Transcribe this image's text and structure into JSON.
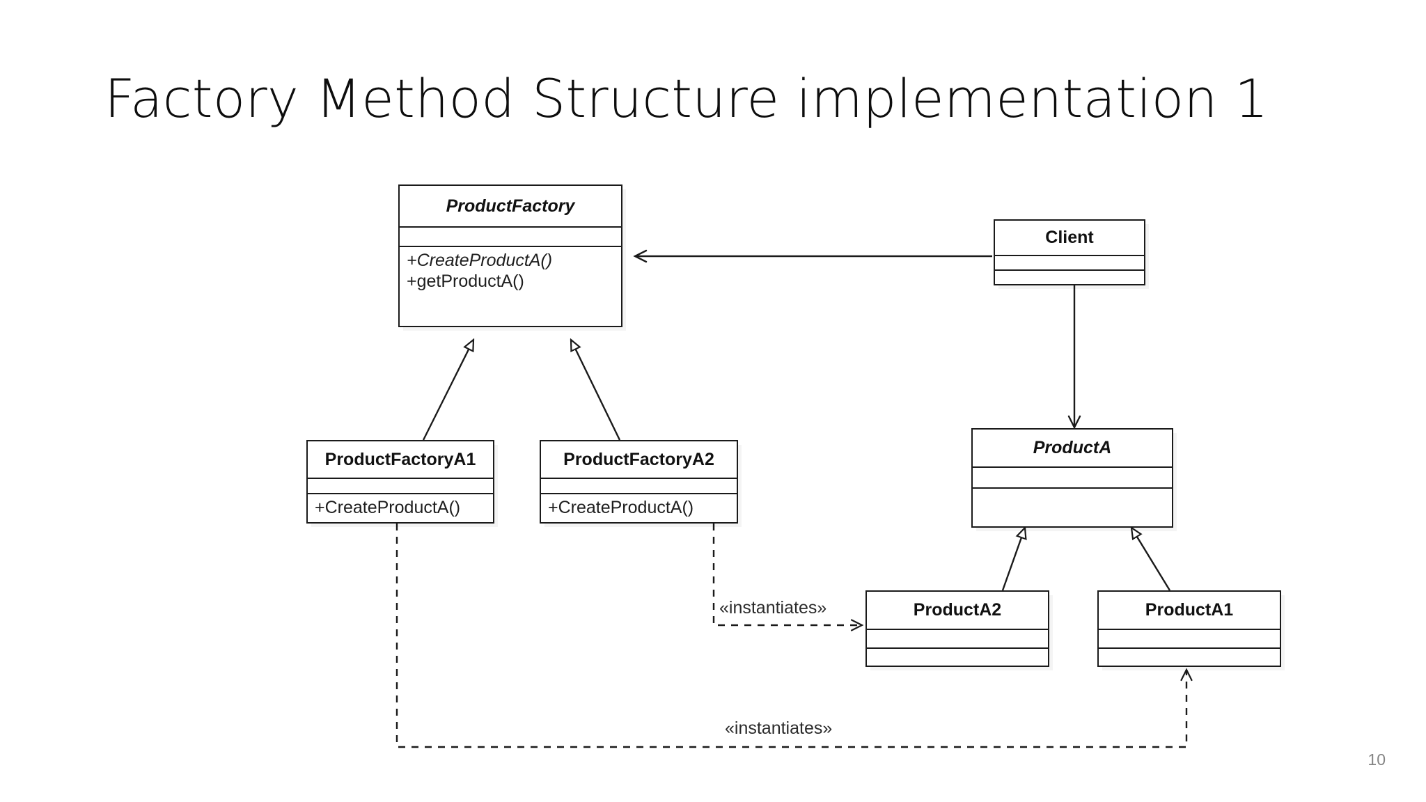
{
  "slide": {
    "title": "Factory Method Structure implementation 1",
    "page_number": "10",
    "background_color": "#ffffff",
    "line_color": "#1a1a1a"
  },
  "diagram": {
    "type": "uml-class-diagram",
    "classes": [
      {
        "id": "product-factory",
        "name": "ProductFactory",
        "abstract": true,
        "attributes": [],
        "methods": [
          {
            "text": "+CreateProductA()",
            "abstract": true
          },
          {
            "text": "+getProductA()",
            "abstract": false
          }
        ]
      },
      {
        "id": "client",
        "name": "Client",
        "abstract": false,
        "attributes": [],
        "methods": []
      },
      {
        "id": "product-factory-a1",
        "name": "ProductFactoryA1",
        "abstract": false,
        "attributes": [],
        "methods": [
          {
            "text": "+CreateProductA()",
            "abstract": false
          }
        ]
      },
      {
        "id": "product-factory-a2",
        "name": "ProductFactoryA2",
        "abstract": false,
        "attributes": [],
        "methods": [
          {
            "text": "+CreateProductA()",
            "abstract": false
          }
        ]
      },
      {
        "id": "product-a",
        "name": "ProductA",
        "abstract": true,
        "attributes": [],
        "methods": []
      },
      {
        "id": "product-a2",
        "name": "ProductA2",
        "abstract": false,
        "attributes": [],
        "methods": []
      },
      {
        "id": "product-a1",
        "name": "ProductA1",
        "abstract": false,
        "attributes": [],
        "methods": []
      }
    ],
    "relationships": [
      {
        "id": "client-uses-product-factory",
        "from": "client",
        "to": "product-factory",
        "kind": "association",
        "line": "solid",
        "arrow": "open",
        "label": ""
      },
      {
        "id": "client-uses-product-a",
        "from": "client",
        "to": "product-a",
        "kind": "association",
        "line": "solid",
        "arrow": "open",
        "label": ""
      },
      {
        "id": "a1-extends-factory",
        "from": "product-factory-a1",
        "to": "product-factory",
        "kind": "generalization",
        "line": "solid",
        "arrow": "hollow-triangle",
        "label": ""
      },
      {
        "id": "a2-extends-factory",
        "from": "product-factory-a2",
        "to": "product-factory",
        "kind": "generalization",
        "line": "solid",
        "arrow": "hollow-triangle",
        "label": ""
      },
      {
        "id": "producta2-extends-producta",
        "from": "product-a2",
        "to": "product-a",
        "kind": "generalization",
        "line": "solid",
        "arrow": "hollow-triangle",
        "label": ""
      },
      {
        "id": "producta1-extends-producta",
        "from": "product-a1",
        "to": "product-a",
        "kind": "generalization",
        "line": "solid",
        "arrow": "hollow-triangle",
        "label": ""
      },
      {
        "id": "a2-instantiates-producta2",
        "from": "product-factory-a2",
        "to": "product-a2",
        "kind": "dependency",
        "line": "dashed",
        "arrow": "open",
        "label": "«instantiates»"
      },
      {
        "id": "a1-instantiates-producta1",
        "from": "product-factory-a1",
        "to": "product-a1",
        "kind": "dependency",
        "line": "dashed",
        "arrow": "open",
        "label": "«instantiates»"
      }
    ],
    "labels": {
      "instantiates_upper": "«instantiates»",
      "instantiates_lower": "«instantiates»"
    }
  }
}
